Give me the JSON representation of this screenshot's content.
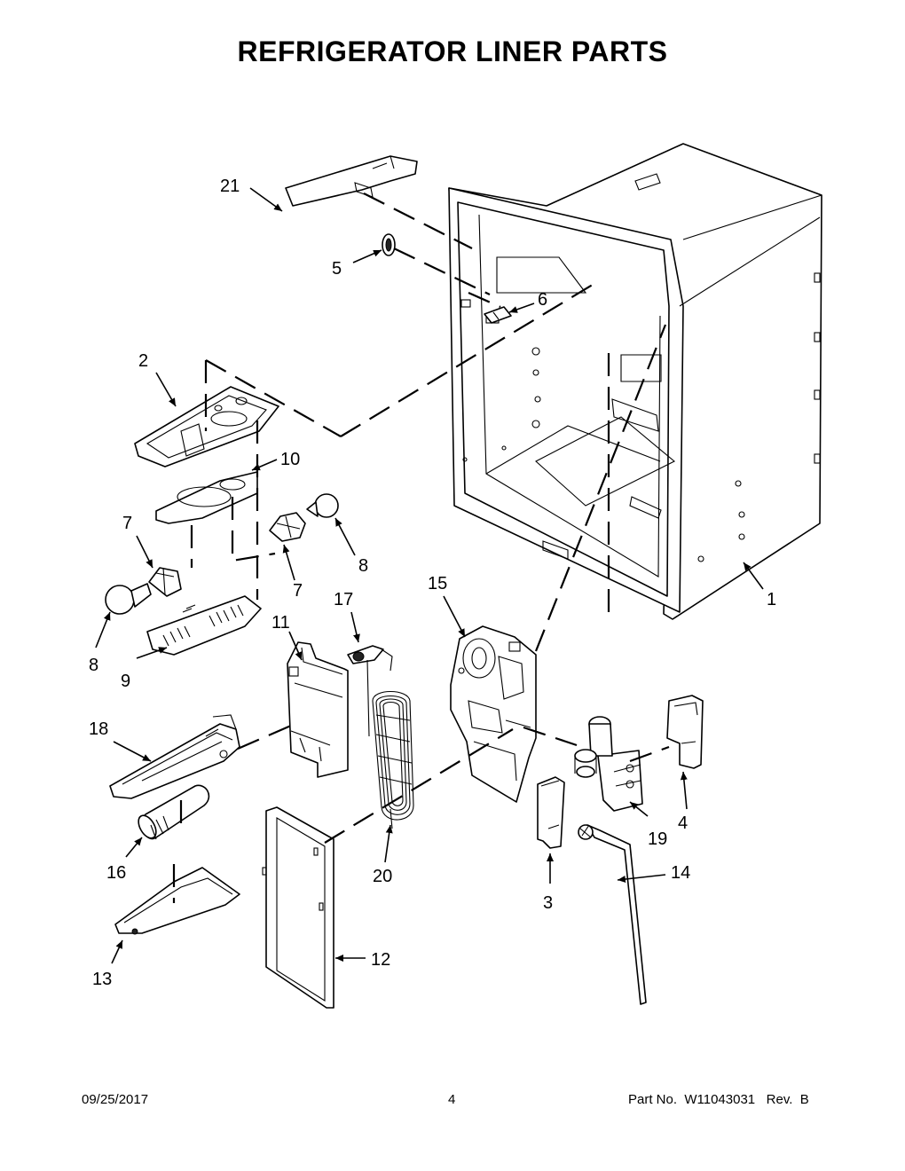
{
  "page": {
    "title": "REFRIGERATOR LINER PARTS",
    "date": "09/25/2017",
    "page_number": "4",
    "part_number": "Part No.  W11043031   Rev.  B"
  },
  "callouts": [
    "1",
    "2",
    "3",
    "4",
    "5",
    "6",
    "7",
    "7",
    "8",
    "8",
    "9",
    "10",
    "11",
    "12",
    "13",
    "14",
    "15",
    "16",
    "17",
    "18",
    "19",
    "20",
    "21"
  ]
}
